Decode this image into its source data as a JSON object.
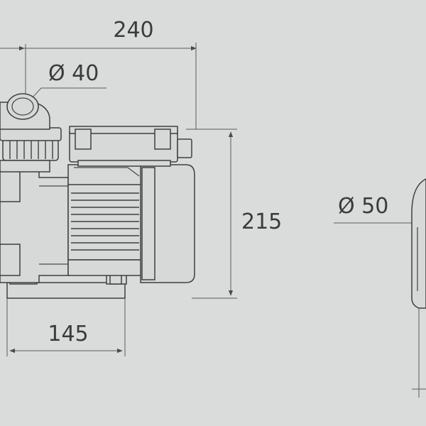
{
  "dimensions": {
    "length": "240",
    "inlet_diameter": "Ø 40",
    "height": "215",
    "base_width": "145",
    "outlet_diameter": "Ø 50"
  },
  "colors": {
    "background": "#d9dcdb",
    "line": "#3e4040",
    "text": "#3a3c3c"
  }
}
